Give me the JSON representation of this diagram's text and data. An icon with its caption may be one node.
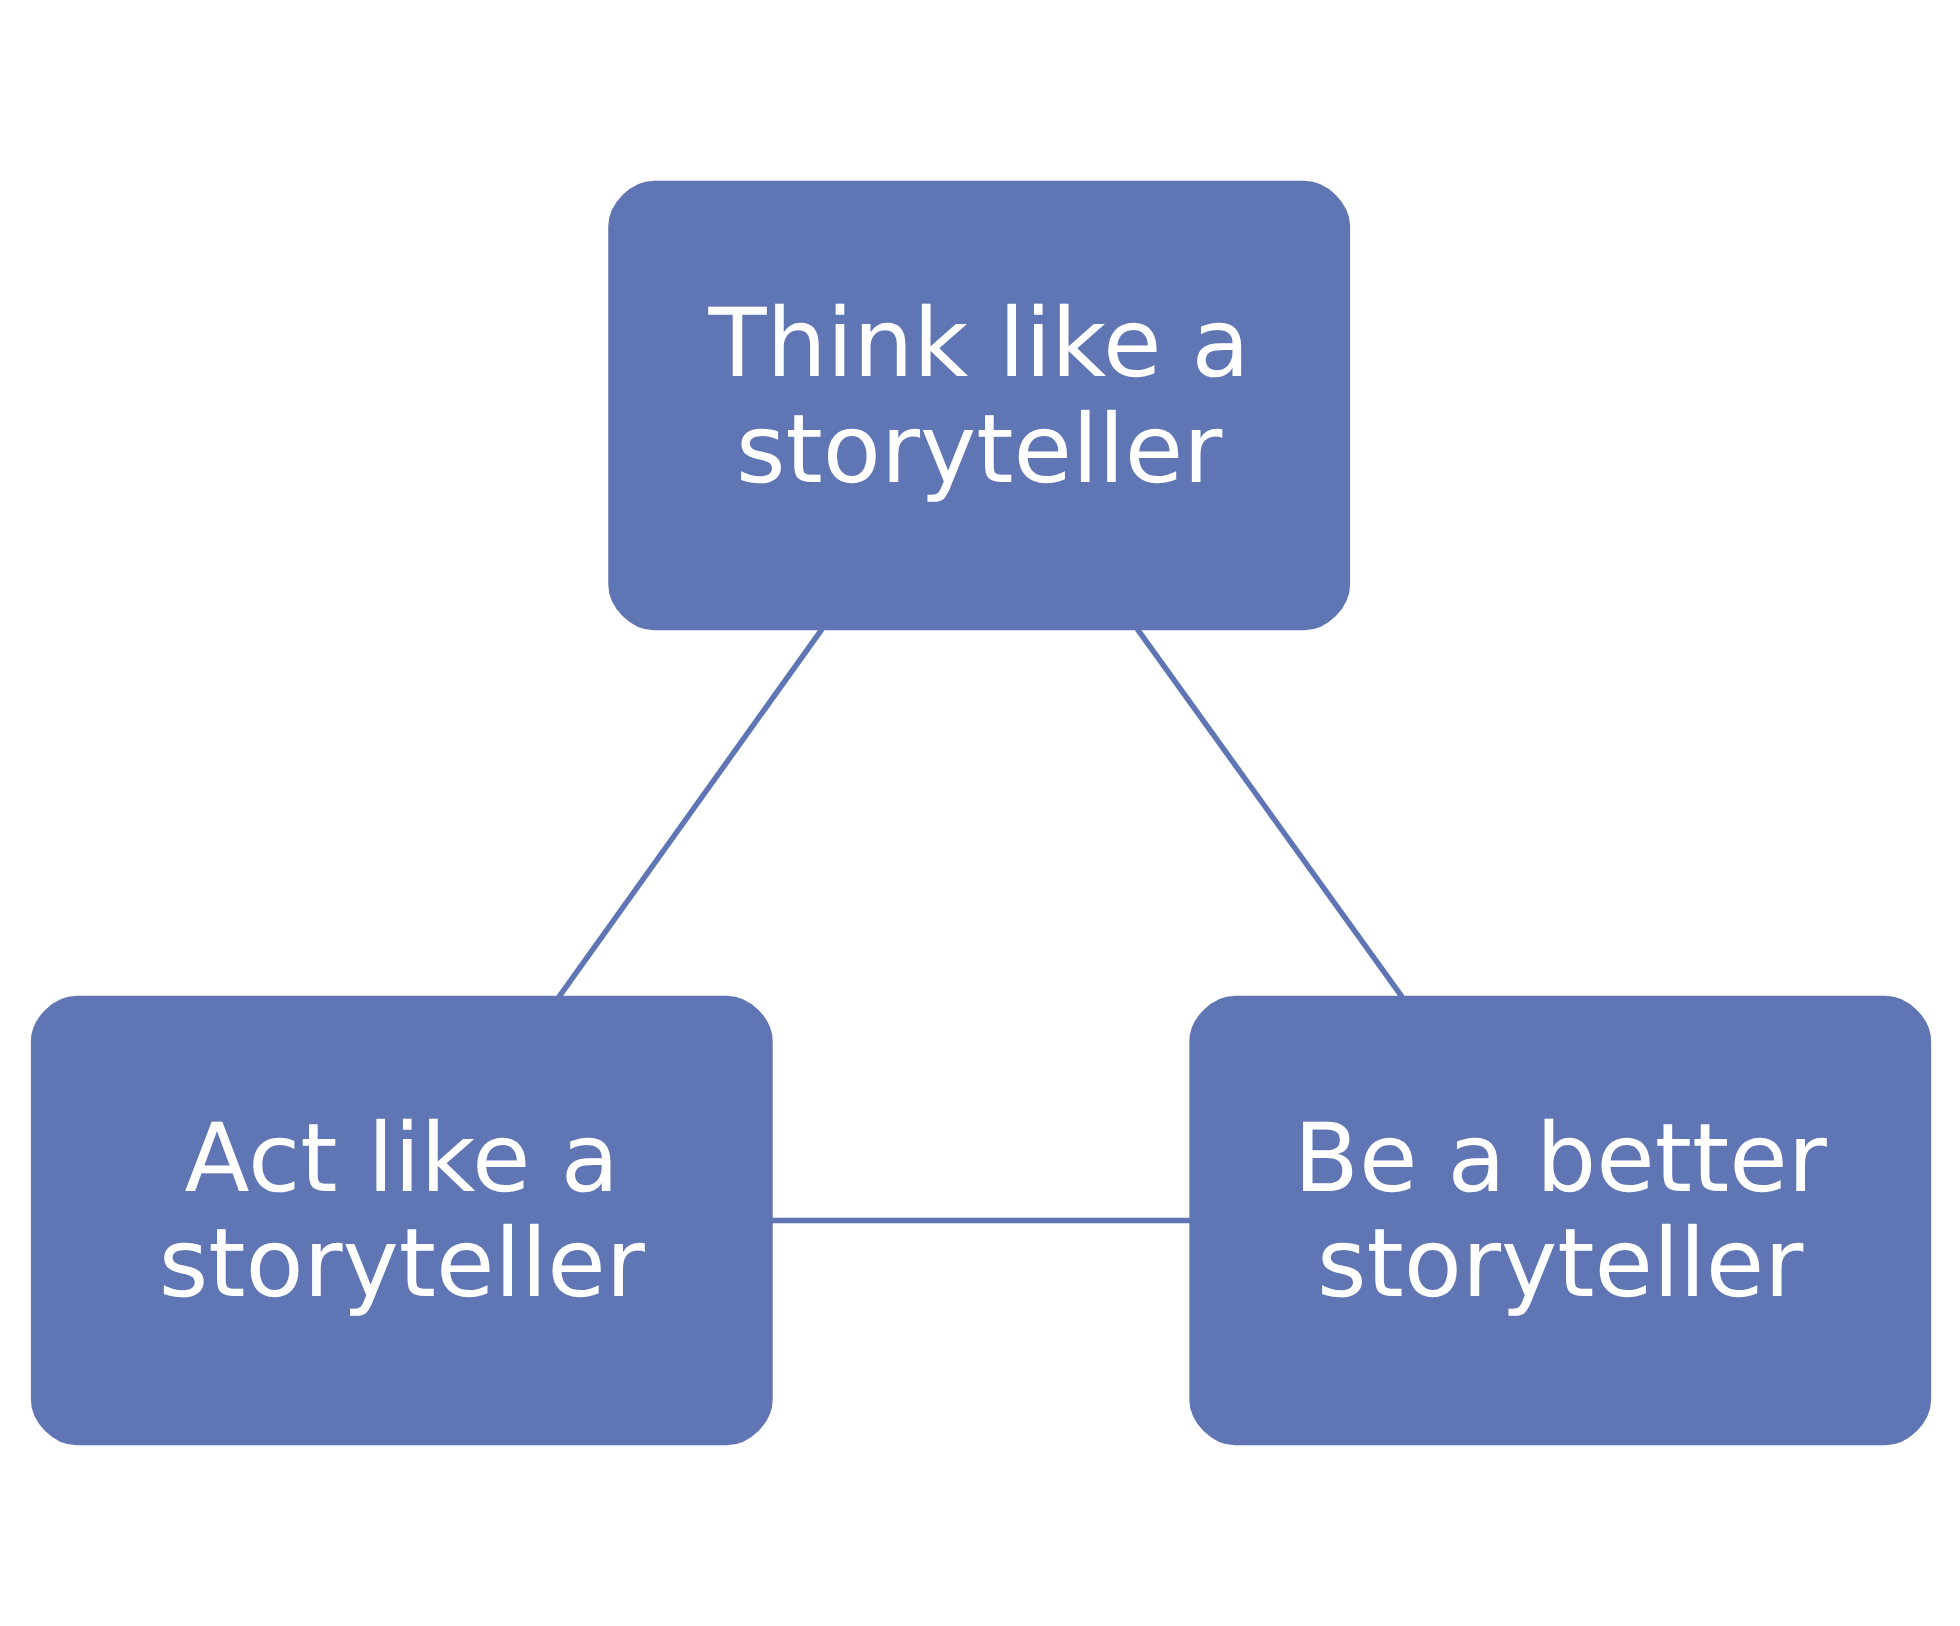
{
  "diagram": {
    "nodes": [
      {
        "text": [
          "Think like a storyteller"
        ]
      },
      {
        "text": [
          "Be a better storyteller"
        ]
      },
      {
        "text": [
          "Act like a storyteller"
        ]
      }
    ],
    "edges": [
      {
        "from": 0,
        "to": 2,
        "arrow": "none"
      },
      {
        "from": 2,
        "to": 1,
        "arrow": "none"
      },
      {
        "from": 1,
        "to": 0,
        "arrow": "none"
      }
    ]
  }
}
